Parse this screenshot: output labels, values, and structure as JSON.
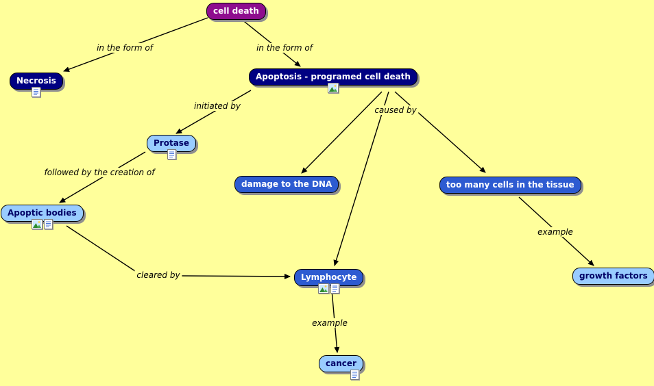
{
  "app": "concept-map",
  "colors": {
    "background": "#FFFF9B",
    "node_purple": "#8E0D8E",
    "node_navy": "#000082",
    "node_blue": "#2D5BD1",
    "node_lightblue": "#99CCFF",
    "lightblue_text": "#000066",
    "edge": "#000000"
  },
  "nodes": [
    {
      "id": "cell-death",
      "label": "cell death",
      "style": "purple",
      "icons": []
    },
    {
      "id": "necrosis",
      "label": "Necrosis",
      "style": "navy",
      "icons": [
        "text-resource"
      ]
    },
    {
      "id": "apoptosis",
      "label": "Apoptosis - programed cell death",
      "style": "navy",
      "icons": [
        "image-resource"
      ]
    },
    {
      "id": "protase",
      "label": "Protase",
      "style": "lightblue",
      "icons": [
        "text-resource"
      ]
    },
    {
      "id": "damage-dna",
      "label": "damage to the DNA",
      "style": "blue",
      "icons": []
    },
    {
      "id": "too-many-cells",
      "label": "too many cells in the tissue",
      "style": "blue",
      "icons": []
    },
    {
      "id": "apoptic-bodies",
      "label": "Apoptic bodies",
      "style": "lightblue",
      "icons": [
        "image-resource",
        "text-resource"
      ]
    },
    {
      "id": "lymphocyte",
      "label": "Lymphocyte",
      "style": "blue",
      "icons": [
        "image-resource",
        "text-resource"
      ]
    },
    {
      "id": "growth-factors",
      "label": "growth factors",
      "style": "lightblue",
      "icons": []
    },
    {
      "id": "cancer",
      "label": "cancer",
      "style": "lightblue",
      "icons": [
        "text-resource"
      ]
    }
  ],
  "link_labels": [
    {
      "text": "in the form of",
      "between": [
        "cell-death",
        "necrosis"
      ]
    },
    {
      "text": "in the form of",
      "between": [
        "cell-death",
        "apoptosis"
      ]
    },
    {
      "text": "initiated by",
      "between": [
        "apoptosis",
        "protase"
      ]
    },
    {
      "text": "caused by",
      "between": [
        "apoptosis",
        "damage-dna / too-many-cells / lymphocyte"
      ]
    },
    {
      "text": "followed by the creation of",
      "between": [
        "protase",
        "apoptic-bodies"
      ]
    },
    {
      "text": "cleared by",
      "between": [
        "apoptic-bodies",
        "lymphocyte"
      ]
    },
    {
      "text": "example",
      "between": [
        "too-many-cells",
        "growth-factors"
      ]
    },
    {
      "text": "example",
      "between": [
        "lymphocyte",
        "cancer"
      ]
    }
  ]
}
